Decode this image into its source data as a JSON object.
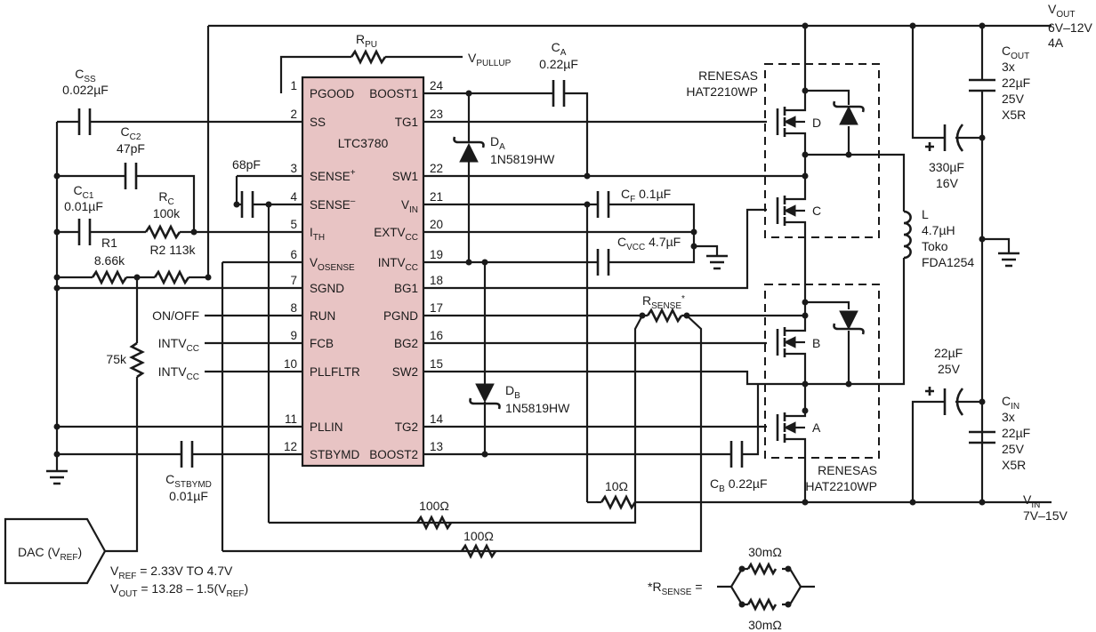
{
  "ic": {
    "name": "LTC3780",
    "left_pins": [
      {
        "num": "1",
        "name": "PGOOD",
        "sub": "",
        "sup": ""
      },
      {
        "num": "2",
        "name": "SS",
        "sub": "",
        "sup": ""
      },
      {
        "num": "3",
        "name": "SENSE",
        "sub": "",
        "sup": "+"
      },
      {
        "num": "4",
        "name": "SENSE",
        "sub": "",
        "sup": "–"
      },
      {
        "num": "5",
        "name": "I",
        "sub": "TH",
        "sup": ""
      },
      {
        "num": "6",
        "name": "V",
        "sub": "OSENSE",
        "sup": ""
      },
      {
        "num": "7",
        "name": "SGND",
        "sub": "",
        "sup": ""
      },
      {
        "num": "8",
        "name": "RUN",
        "sub": "",
        "sup": ""
      },
      {
        "num": "9",
        "name": "FCB",
        "sub": "",
        "sup": ""
      },
      {
        "num": "10",
        "name": "PLLFLTR",
        "sub": "",
        "sup": ""
      },
      {
        "num": "11",
        "name": "PLLIN",
        "sub": "",
        "sup": ""
      },
      {
        "num": "12",
        "name": "STBYMD",
        "sub": "",
        "sup": ""
      }
    ],
    "right_pins": [
      {
        "num": "24",
        "name": "BOOST1",
        "sub": ""
      },
      {
        "num": "23",
        "name": "TG1",
        "sub": ""
      },
      {
        "num": "22",
        "name": "SW1",
        "sub": ""
      },
      {
        "num": "21",
        "name": "V",
        "sub": "IN"
      },
      {
        "num": "20",
        "name": "EXTV",
        "sub": "CC"
      },
      {
        "num": "19",
        "name": "INTV",
        "sub": "CC"
      },
      {
        "num": "18",
        "name": "BG1",
        "sub": ""
      },
      {
        "num": "17",
        "name": "PGND",
        "sub": ""
      },
      {
        "num": "16",
        "name": "BG2",
        "sub": ""
      },
      {
        "num": "15",
        "name": "SW2",
        "sub": ""
      },
      {
        "num": "14",
        "name": "TG2",
        "sub": ""
      },
      {
        "num": "13",
        "name": "BOOST2",
        "sub": ""
      }
    ]
  },
  "labels": {
    "vout": {
      "main": "V",
      "sub": "OUT",
      "range": "6V–12V",
      "current": "4A"
    },
    "vin": {
      "main": "V",
      "sub": "IN",
      "range": "7V–15V"
    },
    "rpu": {
      "main": "R",
      "sub": "PU"
    },
    "vpullup": {
      "main": "V",
      "sub": "PULLUP"
    },
    "ca": {
      "main": "C",
      "sub": "A",
      "value": "0.22µF"
    },
    "css": {
      "main": "C",
      "sub": "SS",
      "value": "0.022µF"
    },
    "cc2": {
      "main": "C",
      "sub": "C2",
      "value": "47pF"
    },
    "cc1": {
      "main": "C",
      "sub": "C1",
      "value": "0.01µF"
    },
    "rc": {
      "main": "R",
      "sub": "C",
      "value": "100k"
    },
    "r1": {
      "name": "R1",
      "value": "8.66k"
    },
    "r2": {
      "text": "R2 113k"
    },
    "c68": {
      "value": "68pF"
    },
    "da": {
      "main": "D",
      "sub": "A",
      "part": "1N5819HW"
    },
    "db": {
      "main": "D",
      "sub": "B",
      "part": "1N5819HW"
    },
    "cf": {
      "main": "C",
      "sub": "F",
      "value": "0.1µF"
    },
    "cvcc": {
      "main": "C",
      "sub": "VCC",
      "value": "4.7µF"
    },
    "renesas_top": {
      "line1": "RENESAS",
      "line2": "HAT2210WP"
    },
    "renesas_bot": {
      "line1": "RENESAS",
      "line2": "HAT2210WP"
    },
    "fets": {
      "a": "A",
      "b": "B",
      "c": "C",
      "d": "D"
    },
    "cout": {
      "main": "C",
      "sub": "OUT",
      "l1": "3x",
      "l2": "22µF",
      "l3": "25V",
      "l4": "X5R"
    },
    "c330": {
      "l1": "330µF",
      "l2": "16V"
    },
    "inductor": {
      "l0": "L",
      "l1": "4.7µH",
      "l2": "Toko",
      "l3": "FDA1254"
    },
    "c22": {
      "l1": "22µF",
      "l2": "25V"
    },
    "cin": {
      "main": "C",
      "sub": "IN",
      "l1": "3x",
      "l2": "22µF",
      "l3": "25V",
      "l4": "X5R"
    },
    "rsense": {
      "main": "R",
      "sub": "SENSE",
      "star": "*"
    },
    "rsense_note": {
      "prefix": "*R",
      "sub": "SENSE",
      "suffix": " =",
      "r_top": "30mΩ",
      "r_bot": "30mΩ"
    },
    "onoff": "ON/OFF",
    "intvcc1": {
      "main": "INTV",
      "sub": "CC"
    },
    "intvcc2": {
      "main": "INTV",
      "sub": "CC"
    },
    "r75k": "75k",
    "cstbymd": {
      "main": "C",
      "sub": "STBYMD",
      "value": "0.01µF"
    },
    "cb": {
      "main": "C",
      "sub": "B",
      "value": "0.22µF"
    },
    "r10": "10Ω",
    "r100a": "100Ω",
    "r100b": "100Ω",
    "dac": {
      "prefix": "DAC (V",
      "sub": "REF",
      "suffix": ")"
    },
    "eq1": {
      "v": "V",
      "sub": "REF",
      "rest": " = 2.33V TO 4.7V"
    },
    "eq2": {
      "v": "V",
      "sub": "OUT",
      "rest": " = 13.28 – 1.5(V",
      "sub2": "REF",
      "end": ")"
    }
  }
}
